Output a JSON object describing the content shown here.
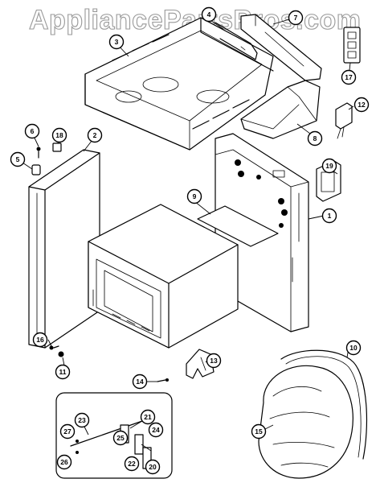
{
  "watermark": "AppliancePartsPros.com",
  "callouts": {
    "p2": "2",
    "p3": "3",
    "p4": "4",
    "p5": "5",
    "p6": "6",
    "p7": "7",
    "p8": "8",
    "p9": "9",
    "p1": "1",
    "p10": "10",
    "p11": "11",
    "p12": "12",
    "p13": "13",
    "p14": "14",
    "p15": "15",
    "p16": "16",
    "p17": "17",
    "p18": "18",
    "p19": "19",
    "p20": "20",
    "p21": "21",
    "p22": "22",
    "p23": "23",
    "p24": "24",
    "p25": "25",
    "p26": "26",
    "p27": "27"
  }
}
